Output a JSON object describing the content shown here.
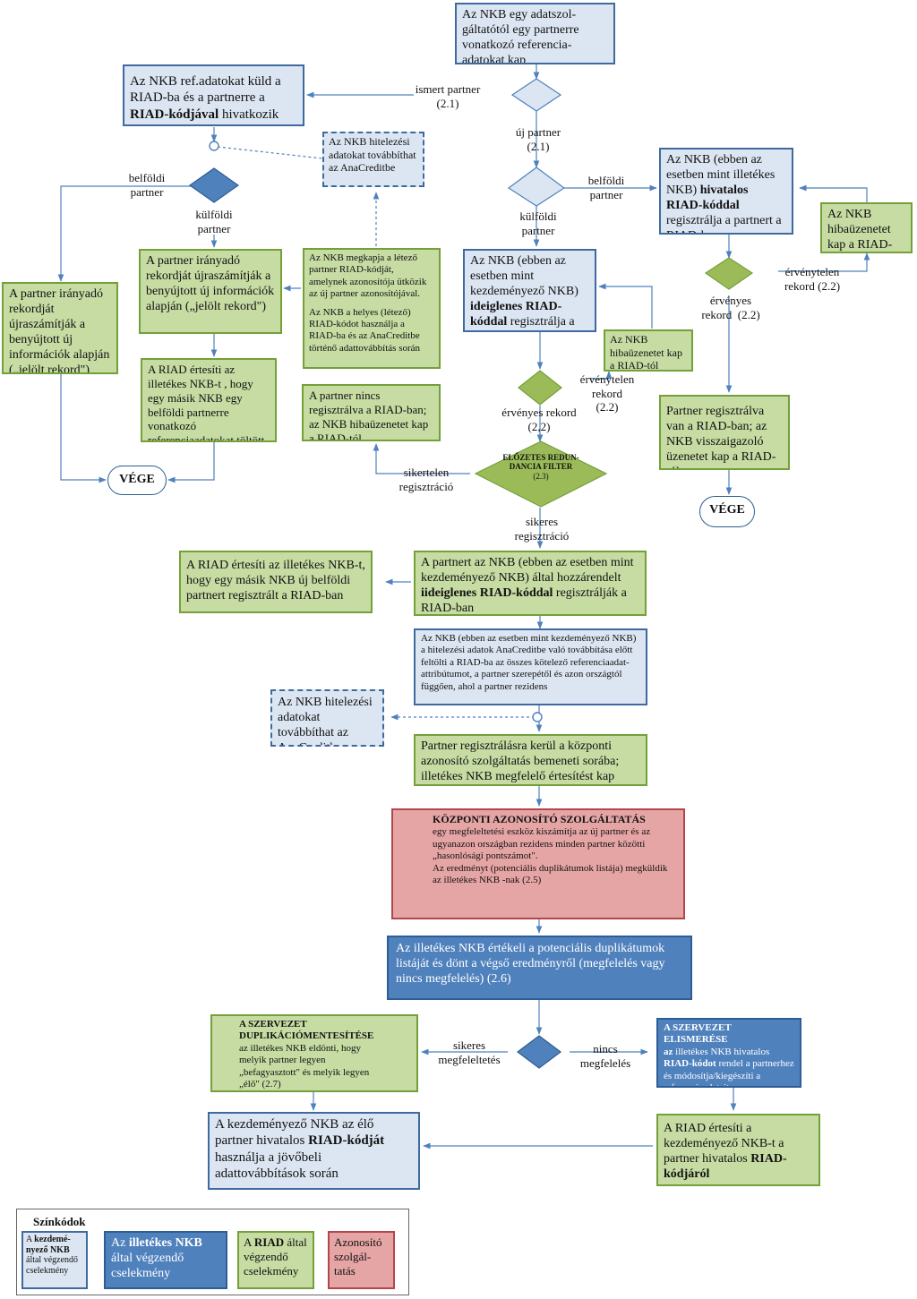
{
  "colors": {
    "light_blue": "#dce6f2",
    "medium_blue": "#4f81bd",
    "green": "#c6dca3",
    "red": "#e6a5a5",
    "line": "#4f81bd"
  },
  "nodes": {
    "start": "Az NKB egy adatszol-gáltatótól egy  partnerre vonatkozó referencia-adatokat kap",
    "known_send": {
      "a": "Az NKB ref.adatokat  küld a RIAD-ba  és a partnerre a ",
      "b": "RIAD-kódjával",
      "c": " hivatkozik"
    },
    "forward_top": "Az NKB hitelezési adatokat továbbíthat az AnaCreditbe",
    "official_reg": {
      "a": "Az NKB (ebben az esetben mint illetékes NKB) ",
      "b": "hivatalos RIAD-kóddal",
      "c": " regisztrálja a partnert a RIAD-ban"
    },
    "err_right": "Az NKB hibaüzenetet kap a RIAD-tól",
    "recalc_foreign": "A partner irányadó rekordját újraszámítják a benyújtott új információk alapján („jelölt rekord\")",
    "nkb_conflict": "Az NKB megkapja a létező partner RIAD-kódját, amelynek azonosítója ütközik az új partner azonosítójával.",
    "nkb_existing": "Az NKB a helyes (létező) RIAD-kódot használja a RIAD-ba és az  AnaCreditbe történő adattovábbítás során",
    "temp_reg": {
      "a": "Az NKB (ebben az esetben mint kezdeményező NKB) ",
      "b": "ideiglenes RIAD-kóddal",
      "c": " regisztrálja a partnert a RIAD-ban"
    },
    "recalc_domestic": "A partner irányadó rekordját újraszámítják a benyújtott új információk alapján („jelölt rekord\")",
    "riad_notifies_foreign": "A RIAD értesíti az illetékes NKB-t , hogy egy másik NKB egy belföldi partnerre vonatkozó referenciaadatokat töltött fel",
    "not_registered": "A partner nincs regisztrálva a  RIAD-ban; az NKB hibaüzenetet kap a RIAD-tól",
    "err_mid": "Az NKB hibaüzenetet kap a RIAD-tól",
    "registered_right": "Partner regisztrálva van a RIAD-ban; az NKB visszaigazoló üzenetet kap a RIAD-tól",
    "filter": "ELŐZETES REDUN-DANCIA FILTER",
    "filter_ref": "(2.3)",
    "riad_notifies_new": "A RIAD értesíti az illetékes NKB-t, hogy egy másik NKB új belföldi partnert regisztrált a RIAD-ban",
    "assigned_temp": {
      "a": "A partnert az NKB (ebben az esetben mint kezdeményező NKB) által hozzárendelt ",
      "b": "iideiglenes RIAD-kóddal",
      "c": " regisztrálják a RIAD-ban"
    },
    "nkb_fills": "Az NKB (ebben az esetben mint kezdeményező NKB) a hitelezési adatok AnaCreditbe való továbbítása előtt feltölti a RIAD-ba az összes kötelező referenciaadat-attribútumot, a partner szerepétől és azon országtól függően, ahol a partner rezidens",
    "forward_mid": "Az NKB hitelezési adatokat továbbíthat az AnaCreditbe",
    "queue": "Partner regisztrálásra kerül a központi azonosító szolgáltatás bemeneti sorába; illetékes NKB megfelelő értesítést kap (2.4)",
    "central": {
      "title": "KÖZPONTI AZONOSÍTÓ SZOLGÁLTATÁS",
      "t1": "egy megfeleltetési eszköz kiszámítja az új partner és az ugyanazon országban rezidens minden partner közötti „hasonlósági pontszámot\".",
      "t2": "Az eredményt (potenciális duplikátumok listája) megküldik az illetékes NKB -nak (2.5)"
    },
    "evaluate": "Az illetékes NKB értékeli a potenciális duplikátumok listáját és dönt a végső eredményről (megfelelés vagy nincs megfelelés) (2.6)",
    "dedup": {
      "title": "A SZERVEZET DUPLIKÁCIÓMENTESÍTÉSE",
      "text": "az illetékes NKB eldönti, hogy melyik partner legyen „befagyasztott\" és melyik legyen „élő\" (2.7)"
    },
    "recog": {
      "title": "A SZERVEZET ELISMERÉSE",
      "a": "az",
      "b": " illetékes NKB hivatalos ",
      "c": "RIAD-kódot",
      "d": " rendel a partnerhez  és módosítja/kiegészíti a referenciaadatait"
    },
    "live_code": {
      "a": "A kezdeményező NKB az élő partner hivatalos ",
      "b": "RIAD-kódját",
      "c": " használja a jövőbeli adattovábbítások során"
    },
    "riad_official": {
      "a": "A RIAD értesíti a kezdeményező  NKB-t a partner hivatalos ",
      "b": "RIAD-kódjáról"
    }
  },
  "terminals": {
    "end_left": "VÉGE",
    "end_right": "VÉGE"
  },
  "labels": {
    "known_partner": "ismert partner\n(2.1)",
    "new_partner": "új partner\n(2.1)",
    "domestic_left": "belföldi\npartner",
    "foreign_left": "külföldi\npartner",
    "domestic_right": "belföldi\npartner",
    "foreign_mid": "külföldi\npartner",
    "invalid_right": "érvénytelen\nrekord (2.2)",
    "valid_right": "érvényes\nrekord  (2.2)",
    "invalid_mid": "érvénytelen\nrekord\n(2.2)",
    "valid_mid": "érvényes rekord\n(2,2)",
    "failed_reg": "sikertelen\nregisztráció",
    "success_reg": "sikeres\nregisztráció",
    "successful_match": "sikeres\nmegfeleltetés",
    "no_match": "nincs\nmegfelelés"
  },
  "legend": {
    "title": "Színkódok",
    "item1": {
      "a": "A ",
      "b": "kezdemé-nyező NKB",
      "c": " által végzendő cselekmény"
    },
    "item2": {
      "a": "Az ",
      "b": "illetékes NKB",
      "c": " által végzendő cselekmény"
    },
    "item3": {
      "a": "A ",
      "b": "RIAD",
      "c": " által végzendő cselekmény"
    },
    "item4": "Azonosító szolgál-tatás"
  }
}
